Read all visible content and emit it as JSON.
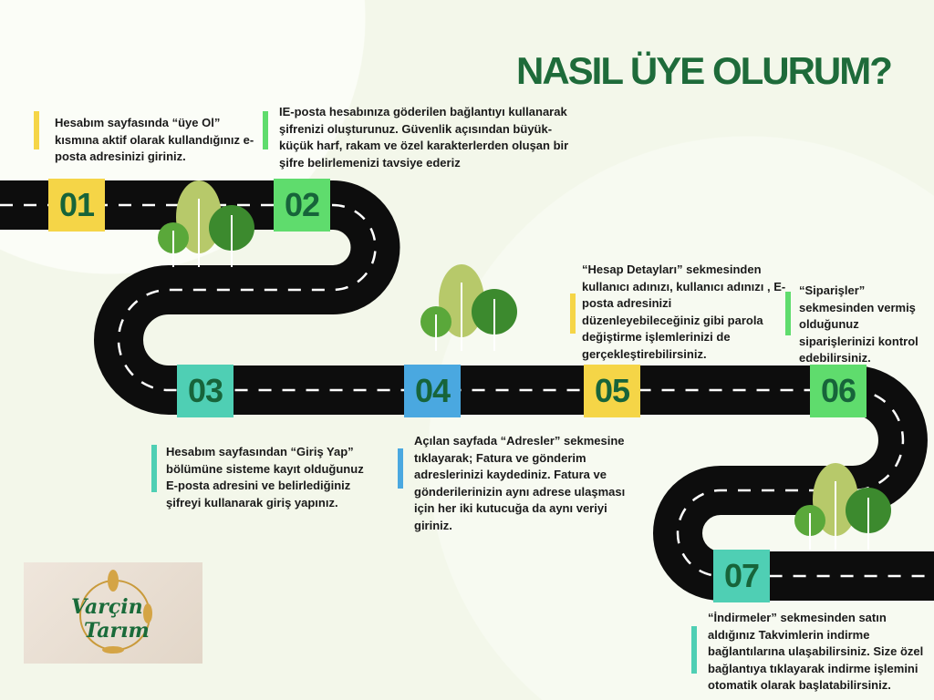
{
  "title": "NASIL ÜYE OLURUM?",
  "steps": [
    {
      "number": "01",
      "text": "Hesabım sayfasında “üye Ol” kısmına aktif olarak kullandığınız e-posta adresinizi giriniz.",
      "color": "#f5d547"
    },
    {
      "number": "02",
      "text": "IE-posta hesabınıza göderilen bağlantıyı kullanarak şifrenizi oluşturunuz. Güvenlik açısından büyük-küçük harf, rakam ve özel karakterlerden oluşan bir şifre belirlemenizi tavsiye ederiz",
      "color": "#5fdc6d"
    },
    {
      "number": "03",
      "text": "Hesabım sayfasından “Giriş Yap” bölümüne sisteme kayıt olduğunuz E-posta adresini ve belirlediğiniz şifreyi kullanarak giriş yapınız.",
      "color": "#4fcfb4"
    },
    {
      "number": "04",
      "text": "Açılan sayfada “Adresler” sekmesine tıklayarak; Fatura ve gönderim adreslerinizi kaydediniz. Fatura ve gönderilerinizin aynı adrese ulaşması için her iki kutucuğa da aynı veriyi giriniz.",
      "color": "#4aa8e0"
    },
    {
      "number": "05",
      "text": "“Hesap Detayları” sekmesinden kullanıcı adınızı, kullanıcı adınızı , E-posta adresinizi düzenleyebileceğiniz gibi parola değiştirme işlemlerinizi de gerçekleştirebilirsiniz.",
      "color": "#f5d547"
    },
    {
      "number": "06",
      "text": "“Siparişler” sekmesinden vermiş olduğunuz siparişlerinizi kontrol edebilirsiniz.",
      "color": "#5fdc6d"
    },
    {
      "number": "07",
      "text": "“İndirmeler” sekmesinden satın aldığınız Takvimlerin indirme bağlantılarına ulaşabilirsiniz. Size özel bağlantıya tıklayarak indirme işlemini otomatik olarak başlatabilirsiniz.",
      "color": "#4fcfb4"
    }
  ],
  "logo": {
    "text": "Varçin Tarım"
  }
}
